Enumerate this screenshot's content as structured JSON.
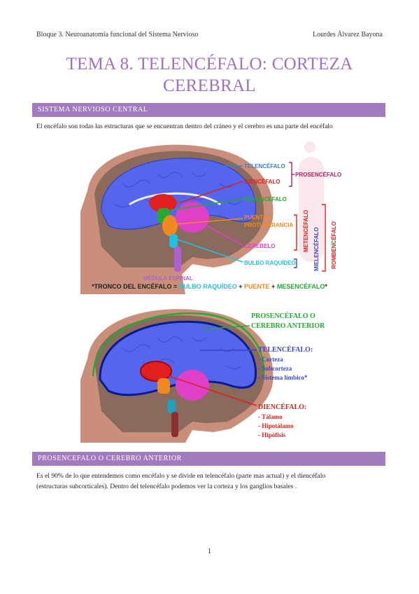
{
  "header": {
    "left": "Bloque 3. Neuroanatomía funcional del Sistema Nervioso",
    "right": "Lourdes Álvarez Bayona"
  },
  "title_line1": "TEMA 8. TELENCÉFALO: CORTEZA",
  "title_line2": "CEREBRAL",
  "section1": {
    "heading": "SISTEMA NERVIOSO CENTRAL",
    "text": "El encéfalo son todas las estructuras que se encuentran dentro del cráneo y el cerebro es una parte del encéfalo"
  },
  "figure1": {
    "labels": {
      "telencefalo": "TELENCÉFALO",
      "diencefalo": "DIENCÉFALO",
      "prosencefalo": "PROSENCÉFALO",
      "mesencefalo": "MESENCÉFALO",
      "puente1": "PUENTE O",
      "puente2": "PROTUBERANCIA",
      "cerebelo": "CEREBELO",
      "bulbo": "BULBO RAQUÍDEO",
      "medula": "MÉDULA ESPINAL",
      "metencefalo": "METENCÉFALO",
      "mielencefalo": "MIELENCÉFALO",
      "rombencefalo": "ROMBENCÉFALO"
    },
    "caption": {
      "p1": "*TRONCO DEL ENCÉFALO = ",
      "p2": "BULBO RAQUÍDEO",
      "p3": " + ",
      "p4": "PUENTE",
      "p5": " + ",
      "p6": "MESENCÉFALO",
      "p7": "*"
    },
    "colors": {
      "telencefalo": "#5566ee",
      "diencefalo": "#e02020",
      "mesencefalo": "#22aa33",
      "puente": "#f08a20",
      "cerebelo": "#e040c8",
      "bulbo": "#22c0e0",
      "medula": "#b060d0"
    }
  },
  "figure2": {
    "labels": {
      "pros1": "PROSENCÉFALO O",
      "pros2": "CEREBRO ANTERIOR",
      "tel": "TELENCÉFALO:",
      "tel_items": [
        "Corteza",
        "Subcorteza",
        "Sistema límbico*"
      ],
      "dien": "DIENCÉFALO:",
      "dien_items": [
        "Tálamo",
        "Hipotálamo",
        "Hipófisis"
      ]
    }
  },
  "section2": {
    "heading": "PROSENCEFALO O CEREBRO ANTERIOR",
    "line1": "Es el 90% de lo que entendemos como encéfalo y se divide en telencéfalo (parte mas actual) y el diencéfalo",
    "line2": "(estructuras subcorticales). Dentro del telencéfalo podemos ver la corteza y los ganglios basales ."
  },
  "page_number": "1"
}
